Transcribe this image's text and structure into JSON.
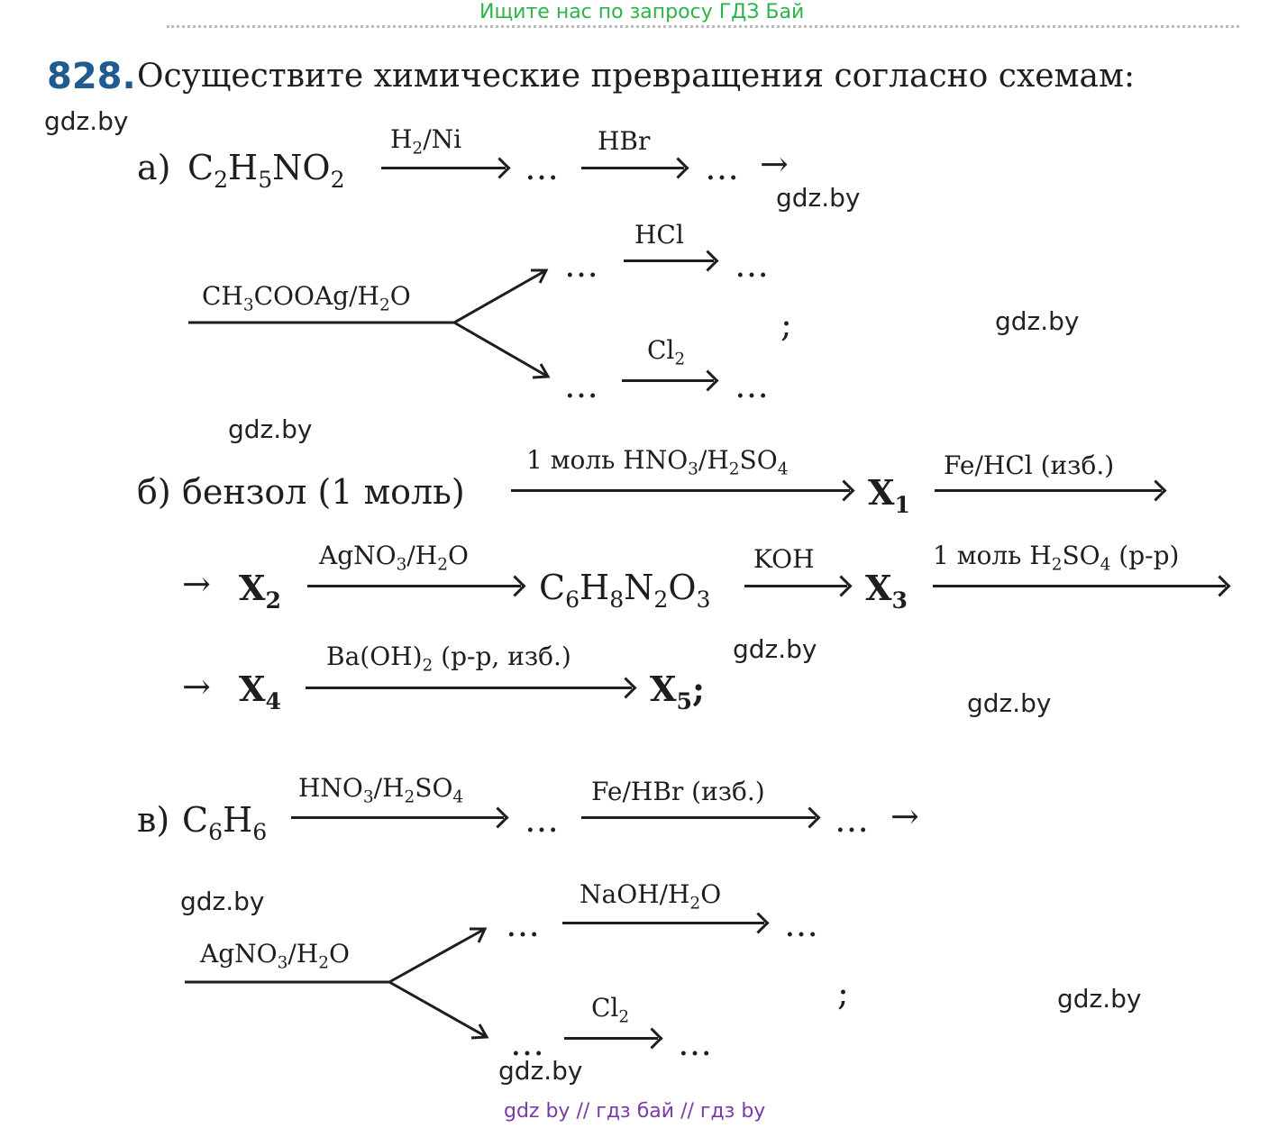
{
  "banner": "Ищите нас по запросу ГДЗ Бай",
  "problem": {
    "number": "828.",
    "title": "Осуществите химические превращения согласно схемам:"
  },
  "watermark": "gdz.by",
  "footer": "gdz by  //  гдз бай  //  гдз by",
  "dots": "…",
  "arrow_glyph": "→",
  "semicolon": ";",
  "part_a": {
    "label": "а)",
    "start": "C₂H₅NO₂",
    "r1": "H₂/Ni",
    "r2": "HBr",
    "branch_reagent": "CH₃COOAg/H₂O",
    "upper_reagent": "HCl",
    "lower_reagent": "Cl₂"
  },
  "part_b": {
    "label": "б)",
    "start": "бензол (1 моль)",
    "r1": "1 моль HNO₃/H₂SO₄",
    "x1": "X₁",
    "r2": "Fe/HCl (изб.)",
    "x2": "X₂",
    "r3": "AgNO₃/H₂O",
    "mid": "C₆H₈N₂O₃",
    "r4": "KOH",
    "x3": "X₃",
    "r5": "1 моль H₂SO₄ (р-р)",
    "x4": "X₄",
    "r6": "Ba(OH)₂ (р-р, изб.)",
    "x5": "X₅;"
  },
  "part_c": {
    "label": "в)",
    "start": "C₆H₆",
    "r1": "HNO₃/H₂SO₄",
    "r2": "Fe/HBr (изб.)",
    "branch_reagent": "AgNO₃/H₂O",
    "upper_reagent": "NaOH/H₂O",
    "lower_reagent": "Cl₂"
  }
}
